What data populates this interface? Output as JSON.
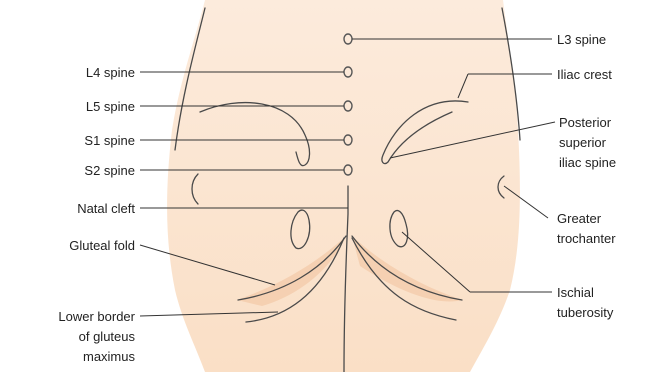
{
  "colors": {
    "skin": "#fbe4cf",
    "skin_shadow": "#f2c9a6",
    "outline": "#4a4a4a",
    "marker": "#555555",
    "text": "#222222"
  },
  "labels_left": {
    "l4_spine": "L4 spine",
    "l5_spine": "L5 spine",
    "s1_spine": "S1 spine",
    "s2_spine": "S2 spine",
    "natal_cleft": "Natal cleft",
    "gluteal_fold": "Gluteal fold",
    "lower_border_line1": "Lower border",
    "lower_border_line2": "of gluteus",
    "lower_border_line3": "maximus"
  },
  "labels_right": {
    "l3_spine": "L3 spine",
    "iliac_crest": "Iliac crest",
    "psis_line1": "Posterior",
    "psis_line2": "superior",
    "psis_line3": "iliac spine",
    "greater_trochanter_line1": "Greater",
    "greater_trochanter_line2": "trochanter",
    "ischial_line1": "Ischial",
    "ischial_line2": "tuberosity"
  }
}
